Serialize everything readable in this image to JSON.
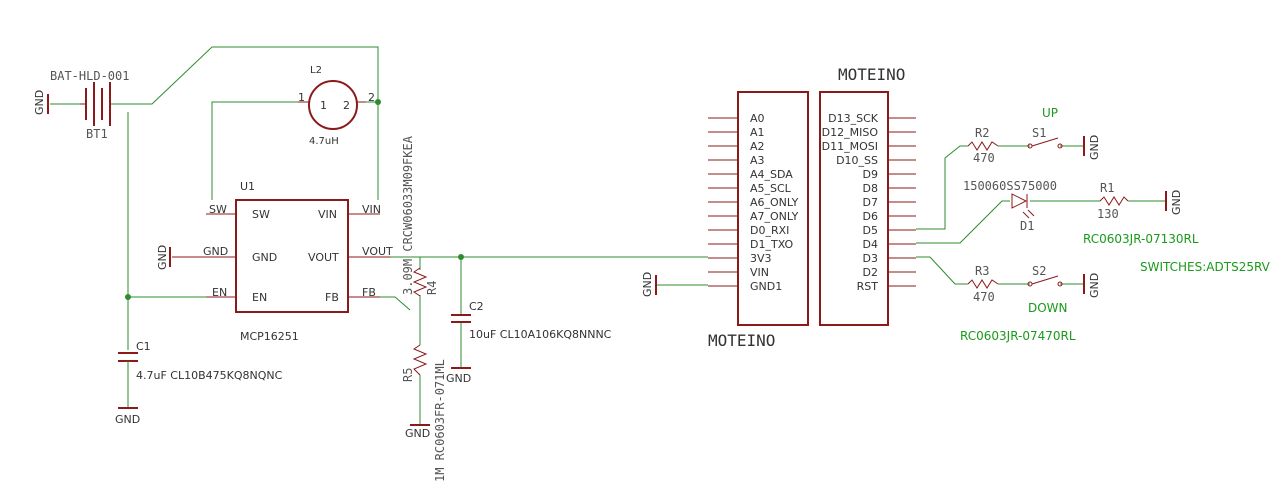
{
  "battery": {
    "name": "BAT-HLD-001",
    "ref": "BT1",
    "gnd": "GND"
  },
  "inductor": {
    "ref": "L2",
    "pin1": "1",
    "pin2": "2",
    "value": "4.7uH",
    "num1": "1",
    "num2": "2"
  },
  "regulator": {
    "ref": "U1",
    "part": "MCP16251",
    "pins": {
      "sw": "SW",
      "vin": "VIN",
      "gnd": "GND",
      "vout": "VOUT",
      "en": "EN",
      "fb": "FB"
    },
    "netlabels": {
      "sw": "SW",
      "vin": "VIN",
      "gnd": "GND",
      "vout": "VOUT",
      "en": "EN",
      "fb": "FB"
    }
  },
  "c1": {
    "ref": "C1",
    "value": "4.7uF CL10B475KQ8NQNC",
    "gnd": "GND"
  },
  "c2": {
    "ref": "C2",
    "value": "10uF CL10A106KQ8NNNC",
    "gnd": "GND"
  },
  "r4": {
    "ref": "R4",
    "value": "3.09M CRCW06033M09FKEA"
  },
  "r5": {
    "ref": "R5",
    "value": "1M RC0603FR-071ML",
    "gnd": "GND"
  },
  "moteino_left": {
    "title": "MOTEINO",
    "pins": [
      "A0",
      "A1",
      "A2",
      "A3",
      "A4_SDA",
      "A5_SCL",
      "A6_ONLY",
      "A7_ONLY",
      "D0_RXI",
      "D1_TXO",
      "3V3",
      "VIN",
      "GND1"
    ],
    "gnd": "GND"
  },
  "moteino_right": {
    "title": "MOTEINO",
    "pins": [
      "D13_SCK",
      "D12_MISO",
      "D11_MOSI",
      "D10_SS",
      "D9",
      "D8",
      "D7",
      "D6",
      "D5",
      "D4",
      "D3",
      "D2",
      "RST"
    ]
  },
  "r2": {
    "ref": "R2",
    "value": "470"
  },
  "s1": {
    "ref": "S1",
    "label": "UP",
    "gnd": "GND"
  },
  "led": {
    "part": "150060SS75000",
    "ref": "D1"
  },
  "r1": {
    "ref": "R1",
    "value": "130",
    "part": "RC0603JR-07130RL",
    "gnd": "GND"
  },
  "switches_part": "SWITCHES:ADTS25RV",
  "r3": {
    "ref": "R3",
    "value": "470",
    "part": "RC0603JR-07470RL"
  },
  "s2": {
    "ref": "S2",
    "label": "DOWN",
    "gnd": "GND"
  },
  "colors": {
    "part": "#8b1a1a",
    "wire": "#2e8b2e",
    "green_text": "#1a9a1a"
  }
}
